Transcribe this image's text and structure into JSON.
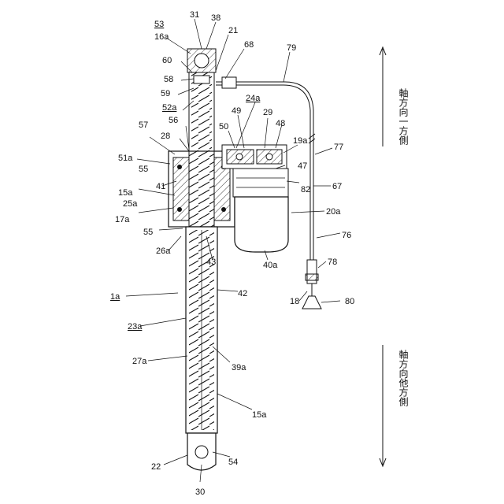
{
  "figure": {
    "labels": {
      "l31": "31",
      "l38": "38",
      "l53": "53",
      "l16a": "16a",
      "l21": "21",
      "l68": "68",
      "l79": "79",
      "l60": "60",
      "l58": "58",
      "l59": "59",
      "l52a": "52a",
      "l24a": "24a",
      "l57": "57",
      "l56": "56",
      "l28": "28",
      "l50": "50",
      "l49": "49",
      "l29": "29",
      "l48": "48",
      "l19a": "19a",
      "l77": "77",
      "l51a": "51a",
      "l55a": "55",
      "l47": "47",
      "l67": "67",
      "l41": "41",
      "l15a_top": "15a",
      "l25a": "25a",
      "l82": "82",
      "l17a": "17a",
      "l20a": "20a",
      "l55b": "55",
      "l76": "76",
      "l26a": "26a",
      "l43": "43",
      "l40a": "40a",
      "l78": "78",
      "l42": "42",
      "l1a": "1a",
      "l18": "18",
      "l80": "80",
      "l23a": "23a",
      "l27a": "27a",
      "l39a": "39a",
      "l15a": "15a",
      "l22": "22",
      "l54": "54",
      "l30": "30"
    },
    "direction_one": "軸方向一方側",
    "direction_other": "軸方向他方側"
  }
}
